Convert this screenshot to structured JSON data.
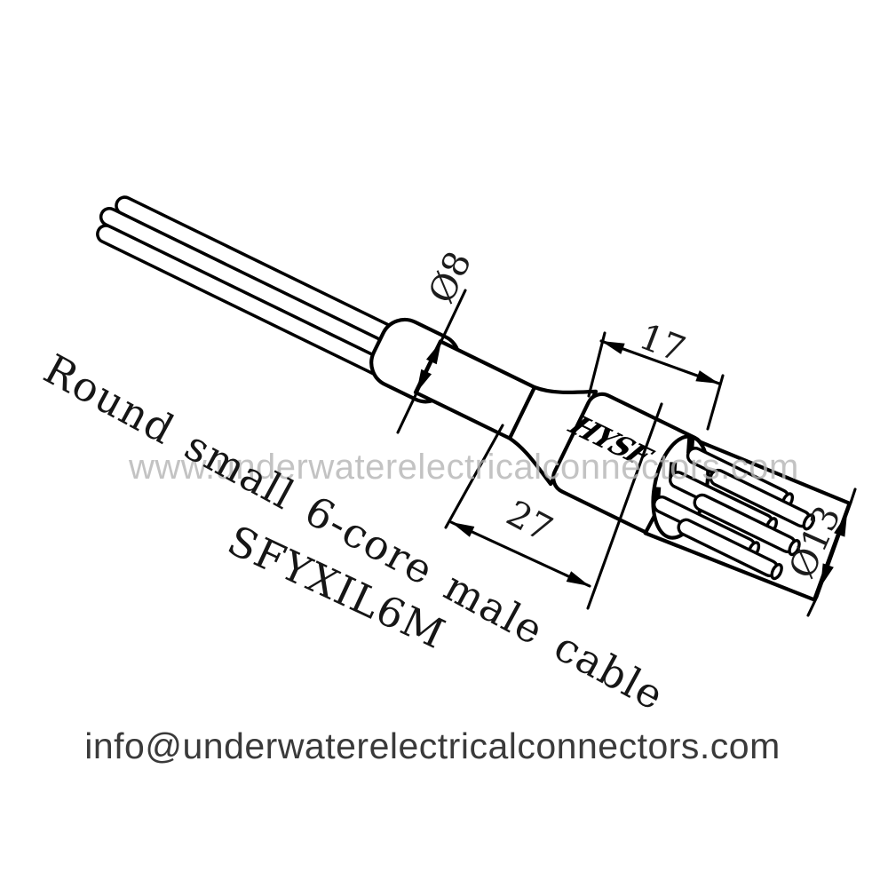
{
  "page": {
    "background": "#ffffff"
  },
  "drawing": {
    "product_name": "Round small 6-core male cable",
    "model_code": "SFYXIL6M",
    "logo_text": "HYSF",
    "dimensions": {
      "cable_diameter": "Ø8",
      "body_length": "17",
      "connector_length": "27",
      "connector_diameter": "Ø13"
    }
  },
  "watermarks": {
    "website": "www.underwaterelectricalconnectors.com",
    "email": "info@underwaterelectricalconnectors.com"
  },
  "colors": {
    "line": "#000000",
    "dimension_text": "#1c1c1c",
    "watermark": "#b5b5b5",
    "email_text": "#3a3a3a"
  }
}
